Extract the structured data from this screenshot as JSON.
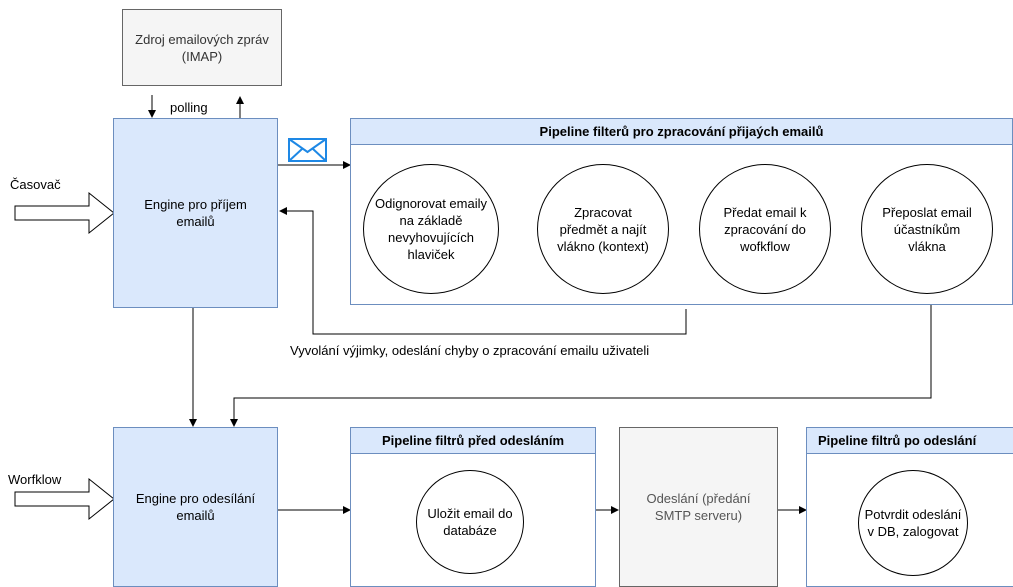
{
  "source": {
    "label": "Zdroj emailových zpráv (IMAP)"
  },
  "polling_label": "polling",
  "casovac_label": "Časovač",
  "worfklow_label": "Worfklow",
  "receive_engine": {
    "label": "Engine pro příjem emailů"
  },
  "send_engine": {
    "label": "Engine pro odesílání emailů"
  },
  "incoming_pipeline": {
    "title": "Pipeline filterů pro zpracování přijaých emailů",
    "filters": [
      "Odignorovat emaily na základě nevyhovujících hlaviček",
      "Zpracovat předmět a najít vlákno (kontext)",
      "Předat email k zpracování do wofkflow",
      "Přeposlat email účastníkům vlákna"
    ]
  },
  "exception_label": "Vyvolání výjimky, odeslání chyby o zpracování emailu uživateli",
  "pre_send_pipeline": {
    "title": "Pipeline filtrů před odesláním",
    "filters": [
      "Uložit email do databáze"
    ]
  },
  "smtp": {
    "label": "Odeslání (předání SMTP serveru)"
  },
  "post_send_pipeline": {
    "title": "Pipeline filtrů po odeslání",
    "filters": [
      "Potvrdit odeslání v DB, zalogovat"
    ]
  },
  "icons": {
    "mail": "envelope-icon"
  },
  "colors": {
    "engine_fill": "#dae8fc",
    "engine_stroke": "#6c8ebf",
    "source_fill": "#f5f5f5",
    "mail_icon": "#1e88e5"
  }
}
